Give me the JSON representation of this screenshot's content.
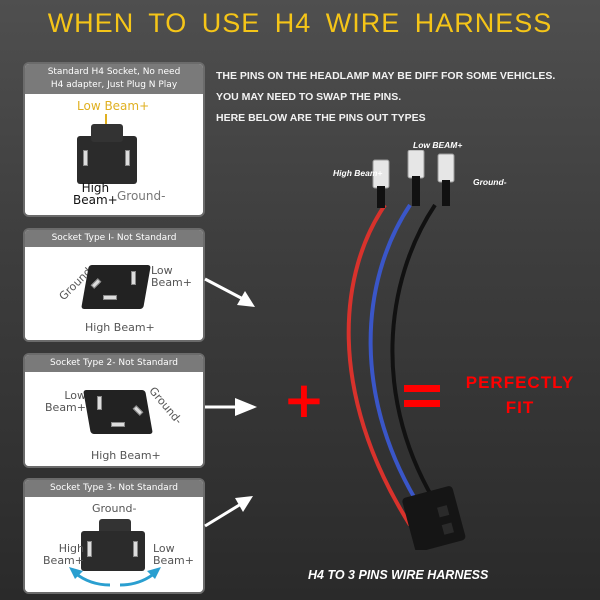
{
  "title": "WHEN TO USE H4 WIRE HARNESS",
  "notes": [
    "THE PINS ON THE HEADLAMP MAY BE DIFF FOR SOME VEHICLES.",
    "YOU MAY NEED TO SWAP THE PINS.",
    "HERE BELOW ARE THE PINS OUT TYPES"
  ],
  "cards": [
    {
      "header": [
        "Standard H4 Socket, No need",
        "H4 adapter, Just Plug N Play"
      ],
      "labels": {
        "low_beam": "Low Beam+",
        "high_beam_1": "High",
        "high_beam_2": "Beam+",
        "ground": "Ground-"
      }
    },
    {
      "header": [
        "Socket Type I- Not Standard"
      ],
      "labels": {
        "ground": "Ground-",
        "low_beam_1": "Low",
        "low_beam_2": "Beam+",
        "high_beam": "High Beam+"
      }
    },
    {
      "header": [
        "Socket Type 2- Not Standard"
      ],
      "labels": {
        "low_beam_1": "Low",
        "low_beam_2": "Beam+",
        "ground": "Ground-",
        "high_beam": "High Beam+"
      }
    },
    {
      "header": [
        "Socket Type 3- Not Standard"
      ],
      "labels": {
        "ground": "Ground-",
        "high_beam_1": "High",
        "high_beam_2": "Beam+",
        "low_beam_1": "Low",
        "low_beam_2": "Beam+"
      }
    }
  ],
  "harness": {
    "labels": {
      "high_beam": "High Beam+",
      "low_beam": "Low BEAM+",
      "ground": "Ground-"
    },
    "wire_colors": {
      "high_beam": "#d8322c",
      "low_beam": "#3a56c8",
      "ground": "#111111"
    },
    "caption": "H4 TO 3 PINS WIRE HARNESS"
  },
  "equation": {
    "plus": "+",
    "result_line1": "PERFECTLY",
    "result_line2": "FIT"
  },
  "colors": {
    "title": "#f5c518",
    "accent_red": "#ff0000",
    "low_beam_label": "#e0b020",
    "arrow_blue": "#2a9fd0"
  }
}
